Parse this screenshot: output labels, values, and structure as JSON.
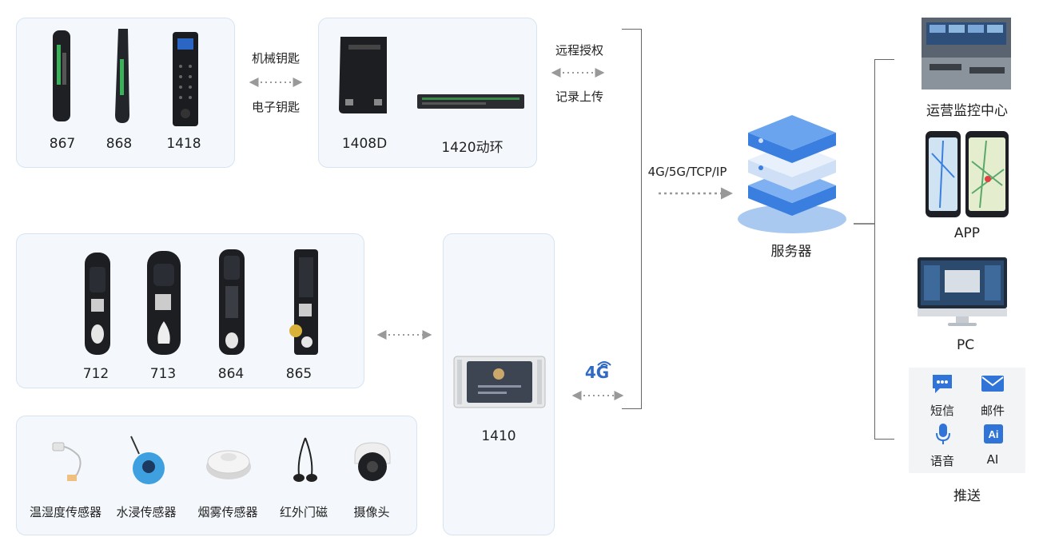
{
  "panels": {
    "keys": {
      "items": [
        "867",
        "868",
        "1418"
      ]
    },
    "controllers": {
      "items": [
        "1408D",
        "1420动环"
      ]
    },
    "locks": {
      "items": [
        "712",
        "713",
        "864",
        "865"
      ]
    },
    "sensors": {
      "items": [
        "温湿度传感器",
        "水浸传感器",
        "烟雾传感器",
        "红外门磁",
        "摄像头"
      ]
    },
    "gateway": {
      "label": "1410"
    }
  },
  "links": {
    "mechanical_key": "机械钥匙",
    "electronic_key": "电子钥匙",
    "remote_auth": "远程授权",
    "record_upload": "记录上传",
    "protocols": "4G/5G/TCP/IP",
    "cellular": "4G"
  },
  "server": {
    "label": "服务器"
  },
  "outputs": {
    "ops_center": "运营监控中心",
    "app": "APP",
    "pc": "PC",
    "push": {
      "title": "推送",
      "items": [
        "短信",
        "邮件",
        "语音",
        "AI"
      ]
    }
  },
  "colors": {
    "accent": "#3a7fe0",
    "panel_bg": "#f4f8fc",
    "panel_border": "#d6e4f2"
  }
}
